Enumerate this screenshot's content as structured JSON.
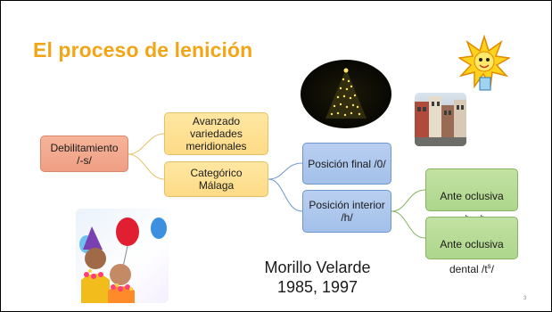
{
  "slide": {
    "title": "El proceso de lenición",
    "author_line1": "Morillo Velarde",
    "author_line2": "1985, 1997",
    "page_number": "3"
  },
  "diagram": {
    "root": "Debilitamiento\n/-s/",
    "branch_advanced": "Avanzado\nvariedades\nmeridionales",
    "branch_categorical": "Categórico\nMálaga",
    "final_position": "Posición final /0/",
    "interior_position": "Posición interior\n/h/",
    "occlusive_1_line1": "Ante oclusiva",
    "occlusive_1_open": "/p",
    "occlusive_1_sup1": "h",
    "occlusive_1_mid": ", k",
    "occlusive_1_sup2": "h",
    "occlusive_1_close": "/",
    "occlusive_2_line1": "Ante oclusiva",
    "occlusive_2_open": "dental /t",
    "occlusive_2_sup": "s",
    "occlusive_2_close": "/"
  },
  "colors": {
    "title": "#f2a516",
    "root": "#ef9f83",
    "branch": "#fddb86",
    "position": "#a3c0ea",
    "occlusive": "#aed68c"
  },
  "images": {
    "christmas_tree": "christmas-tree-photo",
    "sun": "sun-cartoon",
    "street": "street-photo",
    "party": "children-party-photo"
  }
}
